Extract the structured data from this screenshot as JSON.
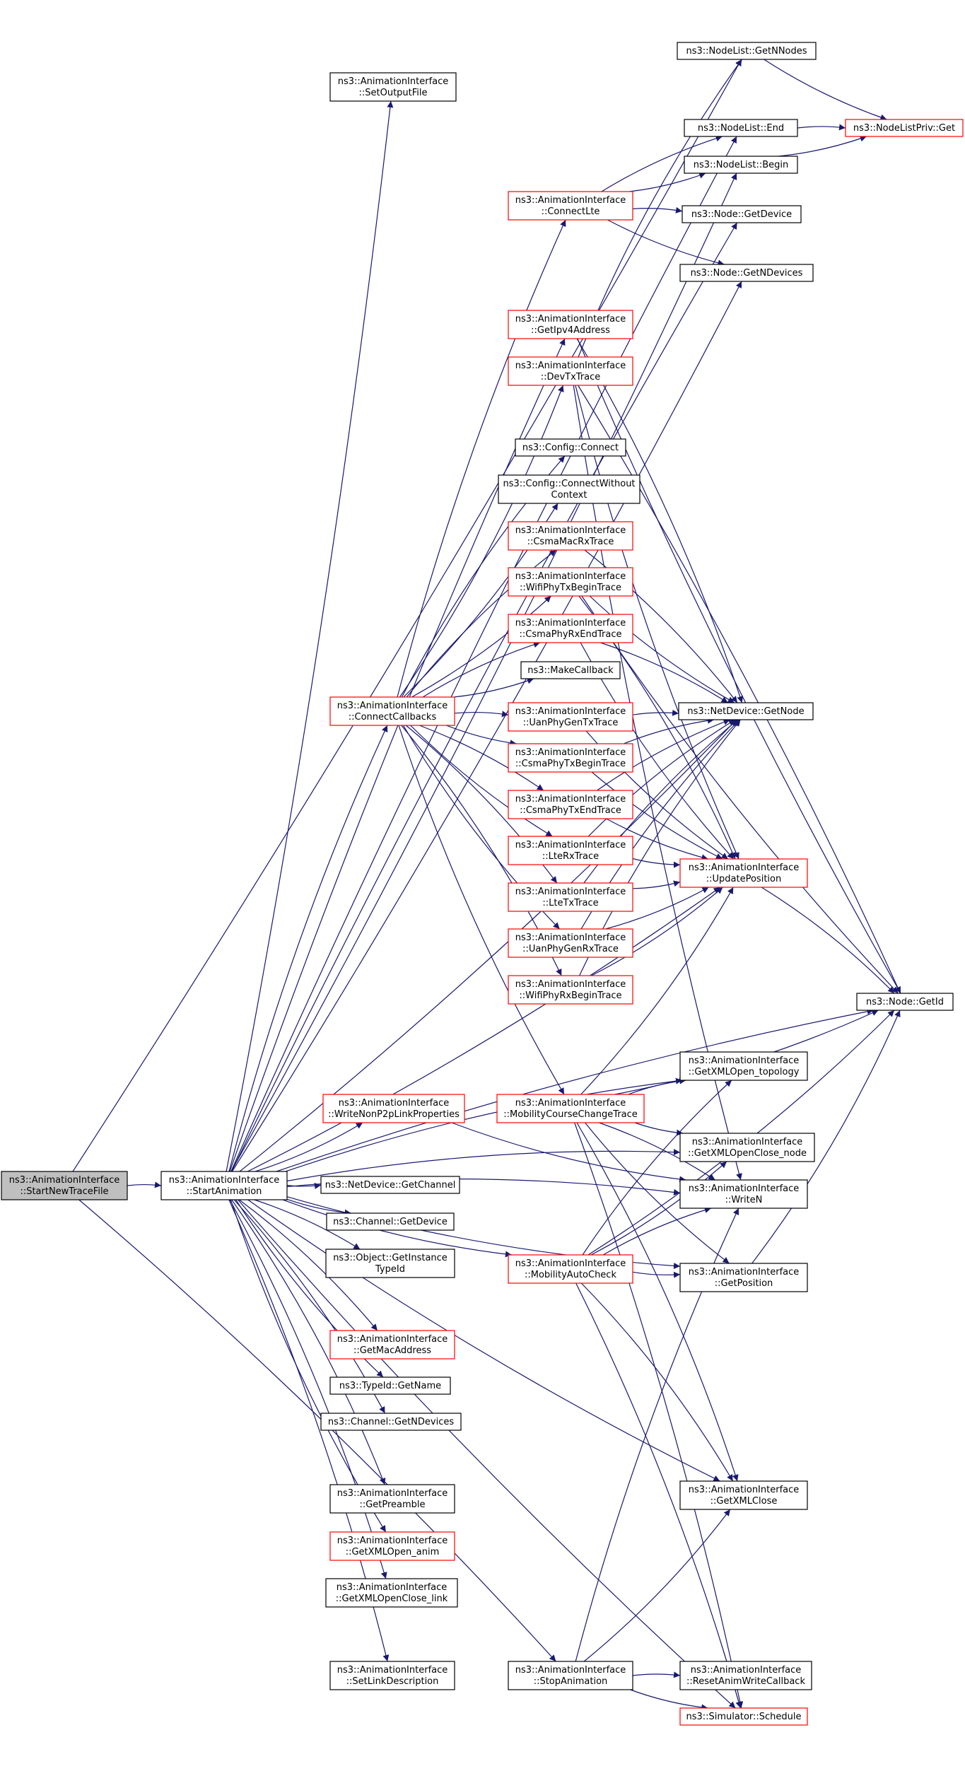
{
  "colors": {
    "edge": "#191970",
    "box_border_normal": "#000000",
    "box_border_linked": "#ff0000",
    "box_fill_normal": "#ffffff",
    "box_fill_root": "#bfbfbf"
  },
  "nodes": [
    {
      "id": "start_new_trace",
      "lines": [
        "ns3::AnimationInterface",
        "::StartNewTraceFile"
      ],
      "style": "root"
    },
    {
      "id": "start_animation",
      "lines": [
        "ns3::AnimationInterface",
        "::StartAnimation"
      ],
      "style": "normal"
    },
    {
      "id": "nodelist_getnnodes",
      "lines": [
        "ns3::NodeList::GetNNodes"
      ],
      "style": "normal"
    },
    {
      "id": "set_output_file",
      "lines": [
        "ns3::AnimationInterface",
        "::SetOutputFile"
      ],
      "style": "normal"
    },
    {
      "id": "nodelist_end",
      "lines": [
        "ns3::NodeList::End"
      ],
      "style": "normal"
    },
    {
      "id": "nodelistpriv_get",
      "lines": [
        "ns3::NodeListPriv::Get"
      ],
      "style": "linked"
    },
    {
      "id": "nodelist_begin",
      "lines": [
        "ns3::NodeList::Begin"
      ],
      "style": "normal"
    },
    {
      "id": "connect_lte",
      "lines": [
        "ns3::AnimationInterface",
        "::ConnectLte"
      ],
      "style": "linked"
    },
    {
      "id": "node_getdevice",
      "lines": [
        "ns3::Node::GetDevice"
      ],
      "style": "normal"
    },
    {
      "id": "node_getndevices",
      "lines": [
        "ns3::Node::GetNDevices"
      ],
      "style": "normal"
    },
    {
      "id": "get_ipv4",
      "lines": [
        "ns3::AnimationInterface",
        "::GetIpv4Address"
      ],
      "style": "linked"
    },
    {
      "id": "dev_tx_trace",
      "lines": [
        "ns3::AnimationInterface",
        "::DevTxTrace"
      ],
      "style": "linked"
    },
    {
      "id": "config_connect",
      "lines": [
        "ns3::Config::Connect"
      ],
      "style": "normal"
    },
    {
      "id": "config_connect_wo",
      "lines": [
        "ns3::Config::ConnectWithout",
        "Context"
      ],
      "style": "normal"
    },
    {
      "id": "csma_mac_rx",
      "lines": [
        "ns3::AnimationInterface",
        "::CsmaMacRxTrace"
      ],
      "style": "linked"
    },
    {
      "id": "wifi_phy_tx_begin",
      "lines": [
        "ns3::AnimationInterface",
        "::WifiPhyTxBeginTrace"
      ],
      "style": "linked"
    },
    {
      "id": "csma_phy_rx_end",
      "lines": [
        "ns3::AnimationInterface",
        "::CsmaPhyRxEndTrace"
      ],
      "style": "linked"
    },
    {
      "id": "make_callback",
      "lines": [
        "ns3::MakeCallback"
      ],
      "style": "normal"
    },
    {
      "id": "connect_callbacks",
      "lines": [
        "ns3::AnimationInterface",
        "::ConnectCallbacks"
      ],
      "style": "linked"
    },
    {
      "id": "uan_phy_gen_tx",
      "lines": [
        "ns3::AnimationInterface",
        "::UanPhyGenTxTrace"
      ],
      "style": "linked"
    },
    {
      "id": "netdevice_getnode",
      "lines": [
        "ns3::NetDevice::GetNode"
      ],
      "style": "normal"
    },
    {
      "id": "csma_phy_tx_begin",
      "lines": [
        "ns3::AnimationInterface",
        "::CsmaPhyTxBeginTrace"
      ],
      "style": "linked"
    },
    {
      "id": "csma_phy_tx_end",
      "lines": [
        "ns3::AnimationInterface",
        "::CsmaPhyTxEndTrace"
      ],
      "style": "linked"
    },
    {
      "id": "lte_rx",
      "lines": [
        "ns3::AnimationInterface",
        "::LteRxTrace"
      ],
      "style": "linked"
    },
    {
      "id": "update_position",
      "lines": [
        "ns3::AnimationInterface",
        "::UpdatePosition"
      ],
      "style": "linked"
    },
    {
      "id": "lte_tx",
      "lines": [
        "ns3::AnimationInterface",
        "::LteTxTrace"
      ],
      "style": "linked"
    },
    {
      "id": "uan_phy_gen_rx",
      "lines": [
        "ns3::AnimationInterface",
        "::UanPhyGenRxTrace"
      ],
      "style": "linked"
    },
    {
      "id": "wifi_phy_rx_begin",
      "lines": [
        "ns3::AnimationInterface",
        "::WifiPhyRxBeginTrace"
      ],
      "style": "linked"
    },
    {
      "id": "node_getid",
      "lines": [
        "ns3::Node::GetId"
      ],
      "style": "normal"
    },
    {
      "id": "xml_open_topology",
      "lines": [
        "ns3::AnimationInterface",
        "::GetXMLOpen_topology"
      ],
      "style": "normal"
    },
    {
      "id": "write_non_p2p",
      "lines": [
        "ns3::AnimationInterface",
        "::WriteNonP2pLinkProperties"
      ],
      "style": "linked"
    },
    {
      "id": "mobility_course",
      "lines": [
        "ns3::AnimationInterface",
        "::MobilityCourseChangeTrace"
      ],
      "style": "linked"
    },
    {
      "id": "xml_open_close_node",
      "lines": [
        "ns3::AnimationInterface",
        "::GetXMLOpenClose_node"
      ],
      "style": "normal"
    },
    {
      "id": "netdevice_getchannel",
      "lines": [
        "ns3::NetDevice::GetChannel"
      ],
      "style": "normal"
    },
    {
      "id": "write_n",
      "lines": [
        "ns3::AnimationInterface",
        "::WriteN"
      ],
      "style": "normal"
    },
    {
      "id": "channel_getdevice",
      "lines": [
        "ns3::Channel::GetDevice"
      ],
      "style": "normal"
    },
    {
      "id": "object_getinstance",
      "lines": [
        "ns3::Object::GetInstance",
        "TypeId"
      ],
      "style": "normal"
    },
    {
      "id": "mobility_auto",
      "lines": [
        "ns3::AnimationInterface",
        "::MobilityAutoCheck"
      ],
      "style": "linked"
    },
    {
      "id": "get_position",
      "lines": [
        "ns3::AnimationInterface",
        "::GetPosition"
      ],
      "style": "normal"
    },
    {
      "id": "get_mac",
      "lines": [
        "ns3::AnimationInterface",
        "::GetMacAddress"
      ],
      "style": "linked"
    },
    {
      "id": "typeid_getname",
      "lines": [
        "ns3::TypeId::GetName"
      ],
      "style": "normal"
    },
    {
      "id": "channel_getndevices",
      "lines": [
        "ns3::Channel::GetNDevices"
      ],
      "style": "normal"
    },
    {
      "id": "get_preamble",
      "lines": [
        "ns3::AnimationInterface",
        "::GetPreamble"
      ],
      "style": "normal"
    },
    {
      "id": "xml_close",
      "lines": [
        "ns3::AnimationInterface",
        "::GetXMLClose"
      ],
      "style": "normal"
    },
    {
      "id": "xml_open_anim",
      "lines": [
        "ns3::AnimationInterface",
        "::GetXMLOpen_anim"
      ],
      "style": "linked"
    },
    {
      "id": "xml_open_close_link",
      "lines": [
        "ns3::AnimationInterface",
        "::GetXMLOpenClose_link"
      ],
      "style": "normal"
    },
    {
      "id": "set_link_desc",
      "lines": [
        "ns3::AnimationInterface",
        "::SetLinkDescription"
      ],
      "style": "normal"
    },
    {
      "id": "stop_animation",
      "lines": [
        "ns3::AnimationInterface",
        "::StopAnimation"
      ],
      "style": "normal"
    },
    {
      "id": "reset_anim_write",
      "lines": [
        "ns3::AnimationInterface",
        "::ResetAnimWriteCallback"
      ],
      "style": "normal"
    },
    {
      "id": "simulator_schedule",
      "lines": [
        "ns3::Simulator::Schedule"
      ],
      "style": "linked"
    }
  ],
  "edges": [
    [
      "start_new_trace",
      "start_animation"
    ],
    [
      "start_new_trace",
      "nodelist_getnnodes"
    ],
    [
      "start_new_trace",
      "stop_animation"
    ],
    [
      "start_animation",
      "set_output_file"
    ],
    [
      "start_animation",
      "nodelist_end"
    ],
    [
      "start_animation",
      "nodelist_begin"
    ],
    [
      "start_animation",
      "node_getdevice"
    ],
    [
      "start_animation",
      "node_getndevices"
    ],
    [
      "start_animation",
      "get_ipv4"
    ],
    [
      "start_animation",
      "netdevice_getnode"
    ],
    [
      "start_animation",
      "connect_callbacks"
    ],
    [
      "start_animation",
      "update_position"
    ],
    [
      "start_animation",
      "xml_open_topology"
    ],
    [
      "start_animation",
      "write_non_p2p"
    ],
    [
      "start_animation",
      "xml_open_close_node"
    ],
    [
      "start_animation",
      "netdevice_getchannel"
    ],
    [
      "start_animation",
      "write_n"
    ],
    [
      "start_animation",
      "channel_getdevice"
    ],
    [
      "start_animation",
      "object_getinstance"
    ],
    [
      "start_animation",
      "mobility_auto"
    ],
    [
      "start_animation",
      "get_mac"
    ],
    [
      "start_animation",
      "typeid_getname"
    ],
    [
      "start_animation",
      "channel_getndevices"
    ],
    [
      "start_animation",
      "get_position"
    ],
    [
      "start_animation",
      "get_preamble"
    ],
    [
      "start_animation",
      "xml_open_anim"
    ],
    [
      "start_animation",
      "xml_open_close_link"
    ],
    [
      "start_animation",
      "xml_close"
    ],
    [
      "start_animation",
      "set_link_desc"
    ],
    [
      "start_animation",
      "simulator_schedule"
    ],
    [
      "start_animation",
      "node_getid"
    ],
    [
      "nodelist_getnnodes",
      "nodelistpriv_get"
    ],
    [
      "nodelist_end",
      "nodelistpriv_get"
    ],
    [
      "nodelist_begin",
      "nodelistpriv_get"
    ],
    [
      "connect_lte",
      "nodelist_end"
    ],
    [
      "connect_lte",
      "nodelist_begin"
    ],
    [
      "connect_lte",
      "node_getdevice"
    ],
    [
      "connect_lte",
      "node_getndevices"
    ],
    [
      "get_ipv4",
      "netdevice_getnode"
    ],
    [
      "get_ipv4",
      "node_getid"
    ],
    [
      "dev_tx_trace",
      "nodelist_getnnodes"
    ],
    [
      "dev_tx_trace",
      "update_position"
    ],
    [
      "dev_tx_trace",
      "node_getid"
    ],
    [
      "dev_tx_trace",
      "write_n"
    ],
    [
      "connect_callbacks",
      "connect_lte"
    ],
    [
      "connect_callbacks",
      "dev_tx_trace"
    ],
    [
      "connect_callbacks",
      "config_connect"
    ],
    [
      "connect_callbacks",
      "config_connect_wo"
    ],
    [
      "connect_callbacks",
      "csma_mac_rx"
    ],
    [
      "connect_callbacks",
      "wifi_phy_tx_begin"
    ],
    [
      "connect_callbacks",
      "csma_phy_rx_end"
    ],
    [
      "connect_callbacks",
      "make_callback"
    ],
    [
      "connect_callbacks",
      "uan_phy_gen_tx"
    ],
    [
      "connect_callbacks",
      "csma_phy_tx_begin"
    ],
    [
      "connect_callbacks",
      "csma_phy_tx_end"
    ],
    [
      "connect_callbacks",
      "lte_rx"
    ],
    [
      "connect_callbacks",
      "lte_tx"
    ],
    [
      "connect_callbacks",
      "uan_phy_gen_rx"
    ],
    [
      "connect_callbacks",
      "wifi_phy_rx_begin"
    ],
    [
      "connect_callbacks",
      "mobility_course"
    ],
    [
      "csma_mac_rx",
      "netdevice_getnode"
    ],
    [
      "wifi_phy_tx_begin",
      "netdevice_getnode"
    ],
    [
      "wifi_phy_tx_begin",
      "update_position"
    ],
    [
      "wifi_phy_tx_begin",
      "node_getid"
    ],
    [
      "csma_phy_rx_end",
      "netdevice_getnode"
    ],
    [
      "csma_phy_rx_end",
      "update_position"
    ],
    [
      "uan_phy_gen_tx",
      "netdevice_getnode"
    ],
    [
      "uan_phy_gen_tx",
      "update_position"
    ],
    [
      "csma_phy_tx_begin",
      "netdevice_getnode"
    ],
    [
      "csma_phy_tx_begin",
      "update_position"
    ],
    [
      "csma_phy_tx_end",
      "netdevice_getnode"
    ],
    [
      "csma_phy_tx_end",
      "update_position"
    ],
    [
      "lte_rx",
      "netdevice_getnode"
    ],
    [
      "lte_rx",
      "update_position"
    ],
    [
      "lte_tx",
      "netdevice_getnode"
    ],
    [
      "lte_tx",
      "update_position"
    ],
    [
      "uan_phy_gen_rx",
      "netdevice_getnode"
    ],
    [
      "uan_phy_gen_rx",
      "update_position"
    ],
    [
      "wifi_phy_rx_begin",
      "netdevice_getnode"
    ],
    [
      "wifi_phy_rx_begin",
      "update_position"
    ],
    [
      "update_position",
      "node_getid"
    ],
    [
      "mobility_course",
      "update_position"
    ],
    [
      "mobility_course",
      "xml_open_topology"
    ],
    [
      "mobility_course",
      "xml_open_close_node"
    ],
    [
      "mobility_course",
      "write_n"
    ],
    [
      "mobility_course",
      "get_position"
    ],
    [
      "mobility_course",
      "xml_close"
    ],
    [
      "mobility_course",
      "node_getid"
    ],
    [
      "mobility_course",
      "simulator_schedule"
    ],
    [
      "write_non_p2p",
      "write_n"
    ],
    [
      "mobility_auto",
      "xml_open_topology"
    ],
    [
      "mobility_auto",
      "xml_open_close_node"
    ],
    [
      "mobility_auto",
      "write_n"
    ],
    [
      "mobility_auto",
      "get_position"
    ],
    [
      "mobility_auto",
      "xml_close"
    ],
    [
      "mobility_auto",
      "node_getid"
    ],
    [
      "mobility_auto",
      "simulator_schedule"
    ],
    [
      "get_position",
      "node_getid"
    ],
    [
      "stop_animation",
      "write_n"
    ],
    [
      "stop_animation",
      "xml_close"
    ],
    [
      "stop_animation",
      "reset_anim_write"
    ],
    [
      "stop_animation",
      "simulator_schedule"
    ]
  ]
}
